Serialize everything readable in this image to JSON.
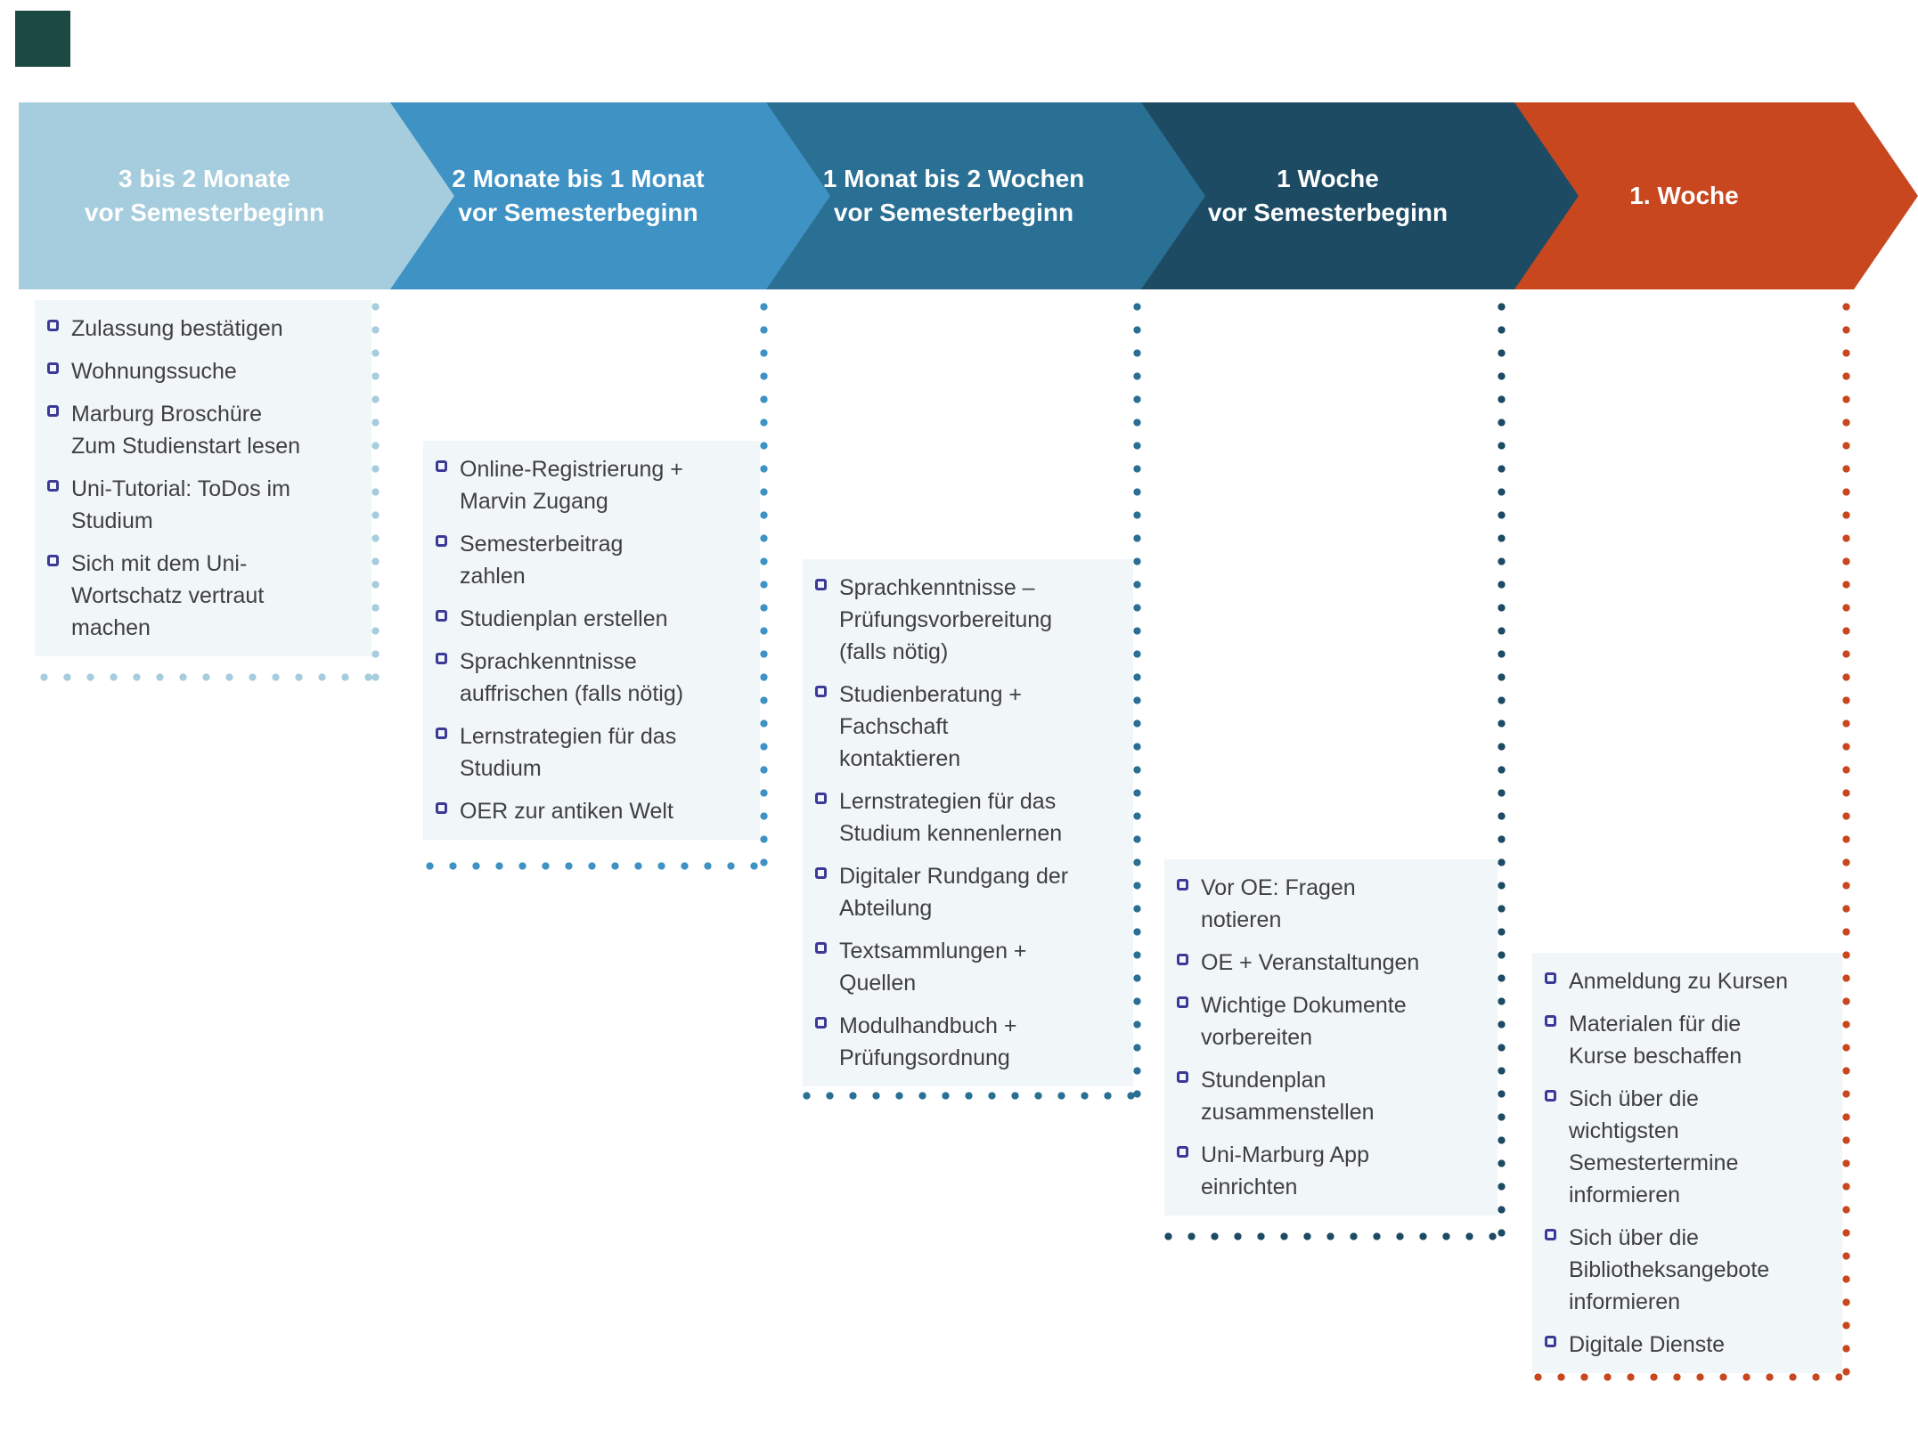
{
  "logo": {
    "color": "#1b4a44"
  },
  "styles": {
    "panel_background": "#f1f6f9",
    "checkbox_color": "#3b3a97",
    "item_text_color": "#3f3f3f",
    "header_text_color": "#ffffff"
  },
  "columns": [
    {
      "label": "3 bis 2 Monate\nvor Semesterbeginn",
      "color": "#a6cddd",
      "items": [
        "Zulassung bestätigen",
        "Wohnungssuche",
        "Marburg Broschüre\nZum Studienstart lesen",
        "Uni-Tutorial: ToDos im\nStudium",
        "Sich mit dem Uni-\nWortschatz vertraut\nmachen"
      ]
    },
    {
      "label": "2 Monate bis 1 Monat\nvor Semesterbeginn",
      "color": "#3e92c4",
      "items": [
        "Online-Registrierung +\nMarvin Zugang",
        "Semesterbeitrag\nzahlen",
        "Studienplan erstellen",
        "Sprachkenntnisse\nauffrischen (falls nötig)",
        "Lernstrategien für das\nStudium",
        "OER zur antiken Welt"
      ]
    },
    {
      "label": "1 Monat bis 2 Wochen\nvor Semesterbeginn",
      "color": "#2a7094",
      "items": [
        "Sprachkenntnisse –\nPrüfungsvorbereitung\n(falls nötig)",
        "Studienberatung +\nFachschaft\nkontaktieren",
        "Lernstrategien für das\nStudium kennenlernen",
        "Digitaler Rundgang der\nAbteilung",
        "Textsammlungen +\nQuellen",
        "Modulhandbuch +\nPrüfungsordnung"
      ]
    },
    {
      "label": "1 Woche\nvor Semesterbeginn",
      "color": "#1d4b64",
      "items": [
        "Vor OE: Fragen\nnotieren",
        "OE + Veranstaltungen",
        "Wichtige Dokumente\nvorbereiten",
        "Stundenplan\nzusammenstellen",
        "Uni-Marburg App\neinrichten"
      ]
    },
    {
      "label": "1. Woche",
      "color": "#c8471f",
      "items": [
        "Anmeldung zu Kursen",
        "Materialen für die\nKurse beschaffen",
        "Sich über die\nwichtigsten\nSemestertermine\ninformieren",
        "Sich über die\nBibliotheksangebote\ninformieren",
        "Digitale Dienste"
      ]
    }
  ]
}
